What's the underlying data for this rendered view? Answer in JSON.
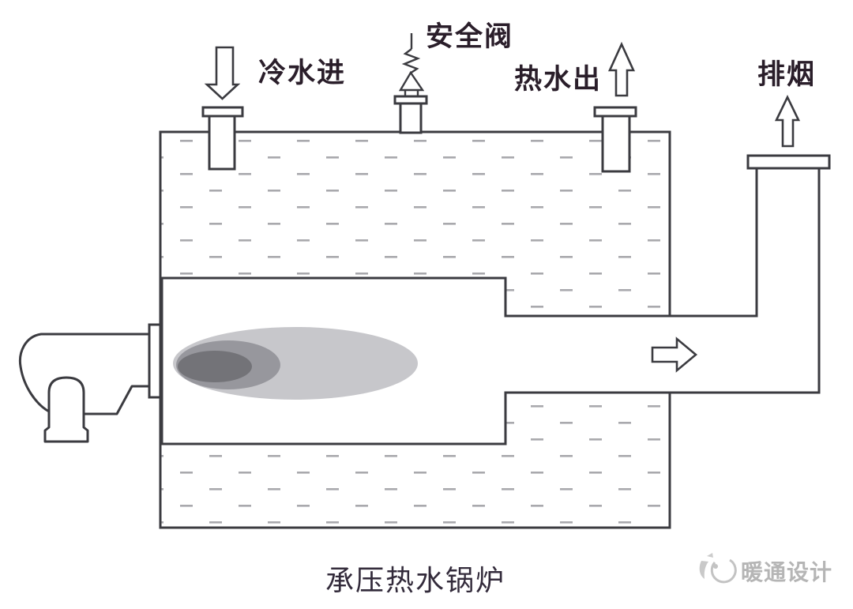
{
  "diagram": {
    "caption": "承压热水锅炉",
    "labels": {
      "cold_water_in": "冷水进",
      "safety_valve": "安全阀",
      "hot_water_out": "热水出",
      "flue_exhaust": "排烟"
    },
    "watermark": {
      "text": "暖通设计"
    },
    "colors": {
      "line": "#3b3b40",
      "water_dash": "#a9a9ad",
      "flame_outer": "#c7c7cb",
      "flame_middle": "#97979d",
      "flame_core": "#737378",
      "label_text": "#2a1e2a",
      "caption_text": "#332b3b",
      "watermark_text": "#b5b5b5"
    }
  }
}
